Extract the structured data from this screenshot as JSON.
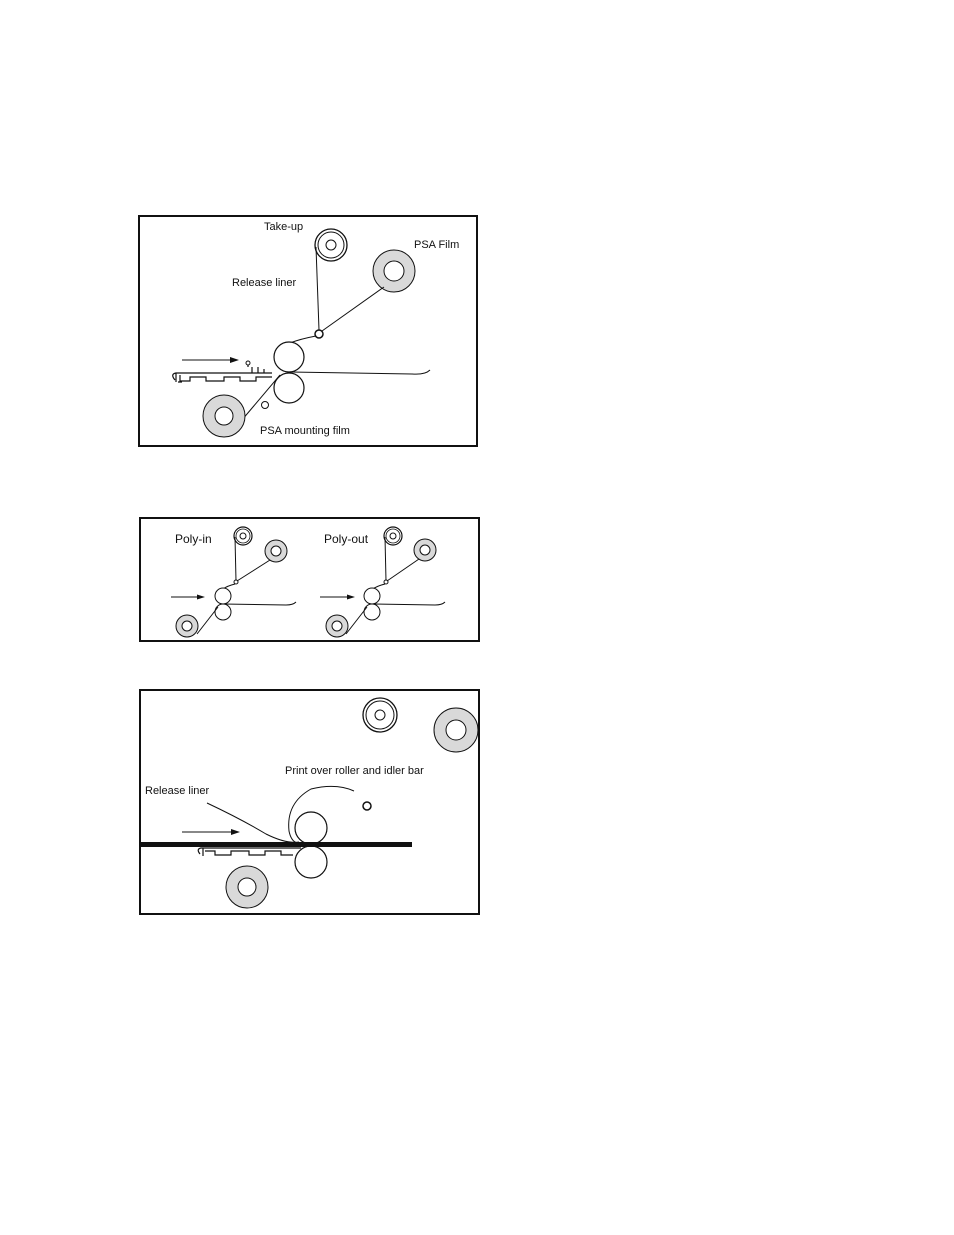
{
  "figures": [
    {
      "labels": {
        "take_up": "Take-up",
        "psa_film": "PSA Film",
        "release_liner": "Release liner",
        "psa_mounting_film": "PSA mounting film"
      }
    },
    {
      "labels": {
        "poly_in": "Poly-in",
        "poly_out": "Poly-out"
      }
    },
    {
      "labels": {
        "print_over": "Print over roller and idler bar",
        "release_liner": "Release liner"
      }
    }
  ],
  "colors": {
    "line": "#111111",
    "roll_fill": "#d9d9d9",
    "border": "#111111"
  }
}
